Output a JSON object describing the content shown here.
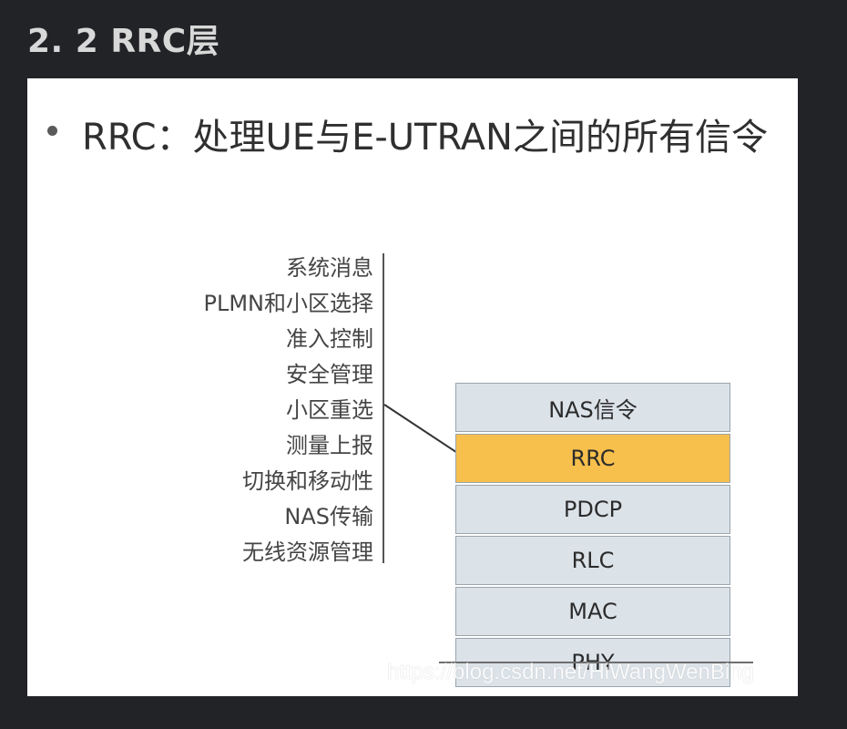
{
  "heading": "2. 2 RRC层",
  "slide": {
    "bullet_text": "RRC：处理UE与E-UTRAN之间的所有信令",
    "functions": [
      "系统消息",
      "PLMN和小区选择",
      "准入控制",
      "安全管理",
      "小区重选",
      "测量上报",
      "切换和移动性",
      "NAS传输",
      "无线资源管理"
    ],
    "layers": [
      "NAS信令",
      "RRC",
      "PDCP",
      "RLC",
      "MAC",
      "PHY"
    ],
    "highlight_layer": "RRC",
    "highlight_color": "#f7bf4c",
    "layer_color": "#dbe2e8",
    "watermark": "https://blog.csdn.net/HiWangWenBing"
  }
}
